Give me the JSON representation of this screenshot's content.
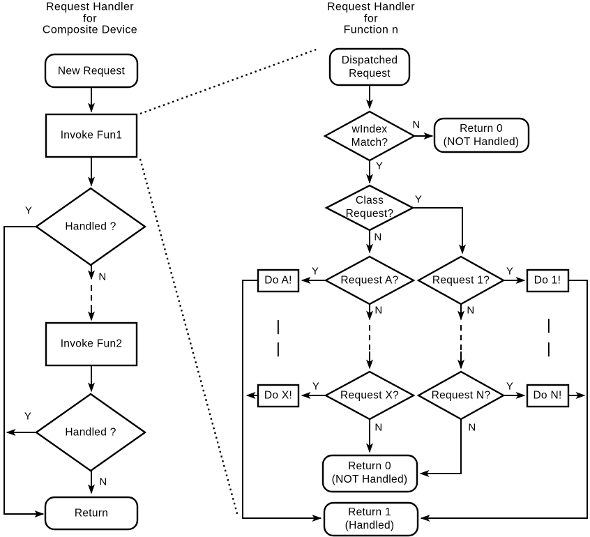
{
  "left_chart": {
    "title": [
      "Request Handler",
      "for",
      "Composite Device"
    ],
    "nodes": {
      "new_request": "New Request",
      "invoke_fun1": "Invoke Fun1",
      "handled_1": "Handled ?",
      "invoke_fun2": "Invoke Fun2",
      "handled_2": "Handled ?",
      "return": "Return"
    }
  },
  "right_chart": {
    "title": [
      "Request Handler",
      "for",
      "Function n"
    ],
    "nodes": {
      "dispatched_request": [
        "Dispatched",
        "Request"
      ],
      "windex_match": [
        "wIndex",
        "Match?"
      ],
      "return0_top": [
        "Return 0",
        "(NOT Handled)"
      ],
      "class_request": [
        "Class",
        "Request?"
      ],
      "request_a": "Request A?",
      "do_a": "Do A!",
      "request_1": "Request 1?",
      "do_1": "Do 1!",
      "request_x": "Request X?",
      "do_x": "Do X!",
      "request_n": "Request N?",
      "do_n": "Do N!",
      "return0_bottom": [
        "Return 0",
        "(NOT Handled)"
      ],
      "return1": [
        "Return 1",
        "(Handled)"
      ]
    }
  },
  "branch_labels": {
    "yes": "Y",
    "no": "N"
  },
  "marks": {
    "continuation": "|"
  },
  "colors": {
    "stroke": "#000000",
    "background": "#ffffff",
    "text": "#000000"
  }
}
